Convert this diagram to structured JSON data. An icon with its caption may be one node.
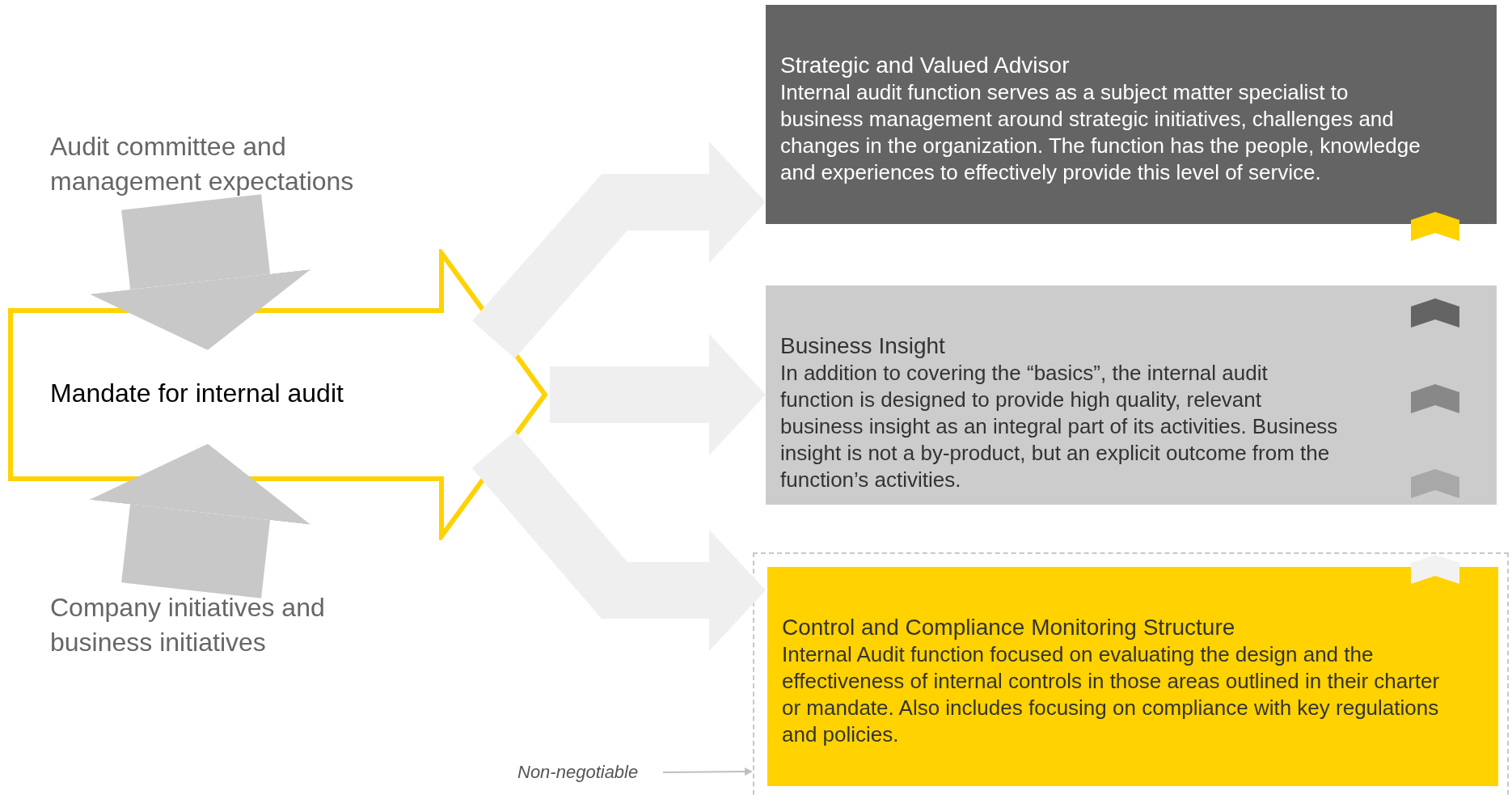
{
  "diagram": {
    "nodes": [
      {
        "text": [
          "Audit committee and management expectations"
        ]
      },
      {
        "text": [
          "Mandate for internal audit"
        ]
      },
      {
        "text": [
          "Company initiatives and business initiatives"
        ]
      },
      {
        "text": [
          "Strategic and Valued Advisor",
          "Internal audit function serves as a subject matter specialist to business management around strategic initiatives, challenges and changes in the organization. The function has the people, knowledge and experiences to effectively provide this level of service."
        ]
      },
      {
        "text": [
          "Business Insight",
          "In addition to covering the “basics”, the internal audit function is designed to provide high quality, relevant business insight as an integral part of its activities. Business insight is not a by-product, but an explicit outcome from the function’s activities."
        ]
      },
      {
        "text": [],
        "shape": "box"
      },
      {
        "text": [
          "Control and Compliance Monitoring Structure",
          "Internal Audit function focused on evaluating the design and the effectiveness of internal controls in those areas outlined in their charter or mandate. Also includes focusing on compliance with key regulations and policies."
        ],
        "in": 5
      },
      {
        "text": [
          "Non-negotiable"
        ]
      }
    ],
    "edges": [
      {
        "from": 0,
        "to": 1,
        "arrow": "to",
        "style": "thick",
        "color": "#c8c8c8"
      },
      {
        "from": 2,
        "to": 1,
        "arrow": "to",
        "style": "thick",
        "color": "#c8c8c8"
      },
      {
        "from": 1,
        "to": 3,
        "arrow": "to",
        "color": "#efefef"
      },
      {
        "from": 1,
        "to": 4,
        "arrow": "to",
        "color": "#efefef"
      },
      {
        "from": 1,
        "to": 6,
        "arrow": "to",
        "color": "#efefef"
      },
      {
        "from": 7,
        "to": 5,
        "arrow": "to",
        "color": "#bfbfbf"
      }
    ]
  }
}
